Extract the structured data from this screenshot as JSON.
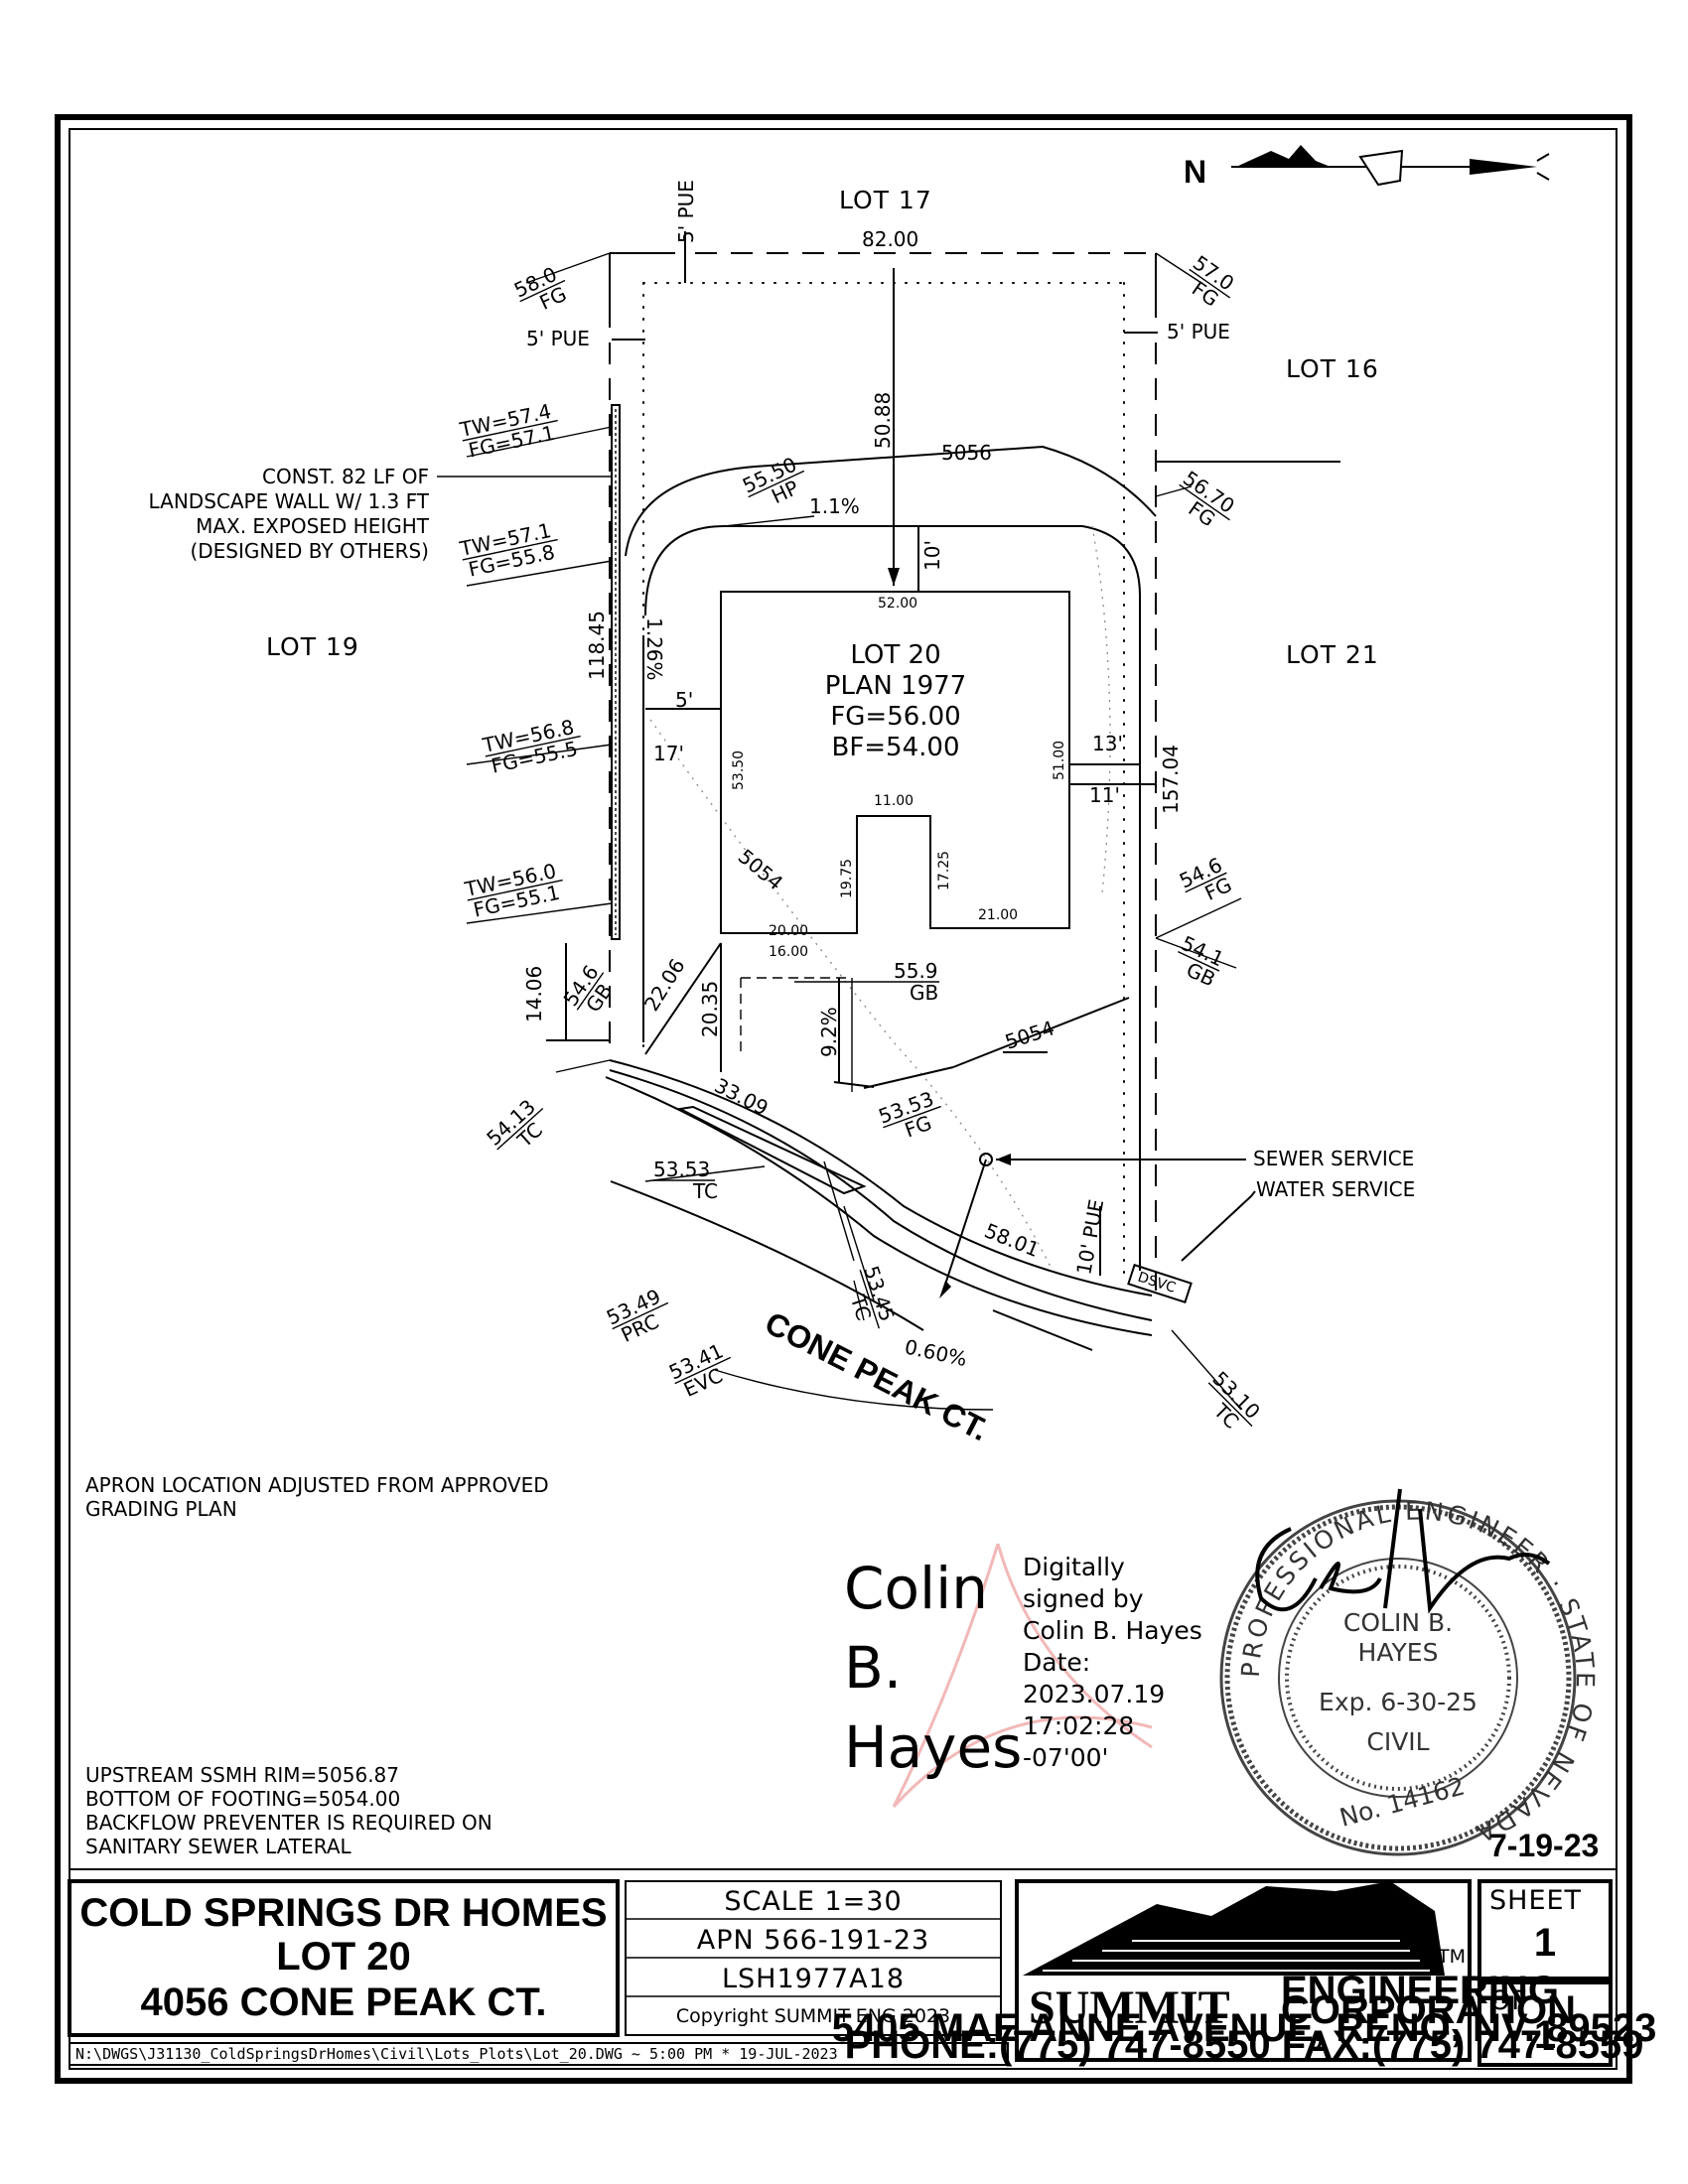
{
  "labels": {
    "lot17": "LOT 17",
    "lot16": "LOT 16",
    "lot19": "LOT 19",
    "lot21": "LOT 21",
    "pue5_top": "5' PUE",
    "pue5_left": "5' PUE",
    "pue5_right": "5' PUE",
    "pue10": "10' PUE",
    "lot20": "LOT 20",
    "plan": "PLAN 1977",
    "fg": "FG=56.00",
    "bf": "BF=54.00",
    "street": "CONE PEAK CT."
  },
  "dimensions": {
    "d82": "82.00",
    "d5088": "50.88",
    "d52": "52.00",
    "d10": "10'",
    "d11845": "118.45",
    "d15704": "157.04",
    "d5": "5'",
    "d17": "17'",
    "d13": "13'",
    "d11": "11'",
    "d5350": "53.50",
    "d5100": "51.00",
    "d1100": "11.00",
    "d1975": "19.75",
    "d1725": "17.25",
    "d2100": "21.00",
    "d2000": "20.00",
    "d1600": "16.00",
    "d1406": "14.06",
    "d2206": "22.06",
    "d2035": "20.35",
    "d3309": "33.09",
    "d5801": "58.01"
  },
  "grades": {
    "fg580": [
      "58.0",
      "FG"
    ],
    "fg570": [
      "57.0",
      "FG"
    ],
    "fg5670": [
      "56.70",
      "FG"
    ],
    "hp": [
      "55.50",
      "HP"
    ],
    "gb559": [
      "55.9",
      "GB"
    ],
    "gb546": [
      "54.6",
      "GB"
    ],
    "fg546": [
      "54.6",
      "FG"
    ],
    "gb541": [
      "54.1",
      "GB"
    ],
    "fg5353": [
      "53.53",
      "FG"
    ],
    "tc5413": [
      "54.13",
      "TC"
    ],
    "tc5353": [
      "53.53",
      "TC"
    ],
    "tc5345": [
      "53.45",
      "TC"
    ],
    "tc5310": [
      "53.10",
      "TC"
    ],
    "prc": [
      "53.49",
      "PRC"
    ],
    "evc": [
      "53.41",
      "EVC"
    ],
    "slope1": "1.1%",
    "slope2": "1.26%",
    "slope3": "9.2%",
    "slope4": "0.60%",
    "c5056": "5056",
    "c5054a": "5054",
    "c5054b": "5054"
  },
  "walls": {
    "w1": [
      "TW=57.4",
      "FG=57.1"
    ],
    "w2": [
      "TW=57.1",
      "FG=55.8"
    ],
    "w3": [
      "TW=56.8",
      "FG=55.5"
    ],
    "w4": [
      "TW=56.0",
      "FG=55.1"
    ]
  },
  "notes": {
    "wall_note": [
      "CONST. 82 LF OF",
      "LANDSCAPE WALL W/ 1.3 FT",
      "MAX. EXPOSED HEIGHT",
      "(DESIGNED BY OTHERS)"
    ],
    "sewer": "SEWER SERVICE",
    "water": "WATER SERVICE",
    "dsvc": "DSVC",
    "apron": [
      "APRON LOCATION ADJUSTED FROM APPROVED",
      "GRADING PLAN"
    ],
    "bottom": [
      "UPSTREAM SSMH RIM=5056.87",
      "BOTTOM OF FOOTING=5054.00",
      "BACKFLOW PREVENTER IS REQUIRED ON",
      "SANITARY SEWER LATERAL"
    ]
  },
  "signature": {
    "name_lines": [
      "Colin",
      "B.",
      "Hayes"
    ],
    "detail_lines": [
      "Digitally",
      "signed by",
      "Colin B. Hayes",
      "Date:",
      "2023.07.19",
      "17:02:28",
      "-07'00'"
    ]
  },
  "seal": {
    "arc_text": "PROFESSIONAL ENGINEER · STATE OF NEVADA",
    "name1": "COLIN B.",
    "name2": "HAYES",
    "exp": "Exp. 6-30-25",
    "type": "CIVIL",
    "number": "No. 14162",
    "date": "7-19-23"
  },
  "title_block": {
    "project": [
      "COLD SPRINGS DR HOMES",
      "LOT 20",
      "4056 CONE PEAK CT."
    ],
    "scale": "SCALE 1=30",
    "apn": "APN 566-191-23",
    "code": "LSH1977A18",
    "copyright": "Copyright SUMMIT ENG 2023",
    "company": "SUMMIT",
    "company_sub": [
      "ENGINEERING",
      "CORPORATION"
    ],
    "address": "5405 MAE ANNE AVENUE, RENO, NV. 89523",
    "phone": "PHONE:(775) 747-8550 FAX:(775) 747-8559",
    "sheet_label": "SHEET",
    "sheet": "1",
    "of_label": "OF",
    "of": "1",
    "path": "N:\\DWGS\\J31130_ColdSpringsDrHomes\\Civil\\Lots_Plots\\Lot_20.DWG ~ 5:00 PM * 19-JUL-2023"
  },
  "north": "N"
}
